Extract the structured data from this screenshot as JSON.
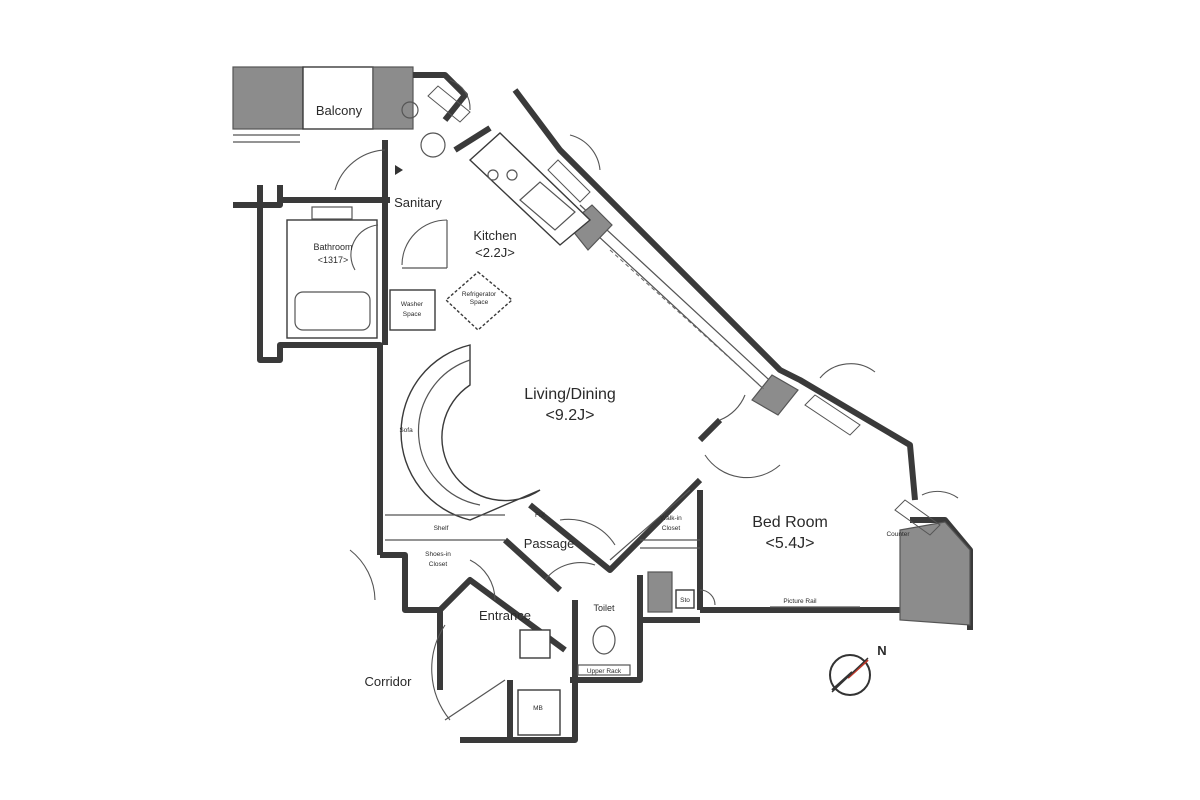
{
  "rooms": {
    "balcony": "Balcony",
    "sanitary": "Sanitary",
    "bathroom": "Bathroom",
    "bathroom_size": "<1317>",
    "washer": "Washer",
    "washer2": "Space",
    "kitchen": "Kitchen",
    "kitchen_size": "<2.2J>",
    "refrigerator": "Refrigerator",
    "refrigerator2": "Space",
    "living": "Living/Dining",
    "living_size": "<9.2J>",
    "sofa": "Sofa",
    "fix": "FIX",
    "passage": "Passage",
    "shelf": "Shelf",
    "shoes": "Shoes-in",
    "shoes2": "Closet",
    "entrance": "Entrance",
    "walkin": "Walk-in",
    "walkin2": "Closet",
    "toilet": "Toilet",
    "upper": "Upper Rack",
    "bedroom": "Bed Room",
    "bedroom_size": "<5.4J>",
    "corridor": "Corridor",
    "mb": "MB",
    "picture_rail": "Picture Rail",
    "counter": "Counter",
    "st": "Sto",
    "compass": "N"
  }
}
